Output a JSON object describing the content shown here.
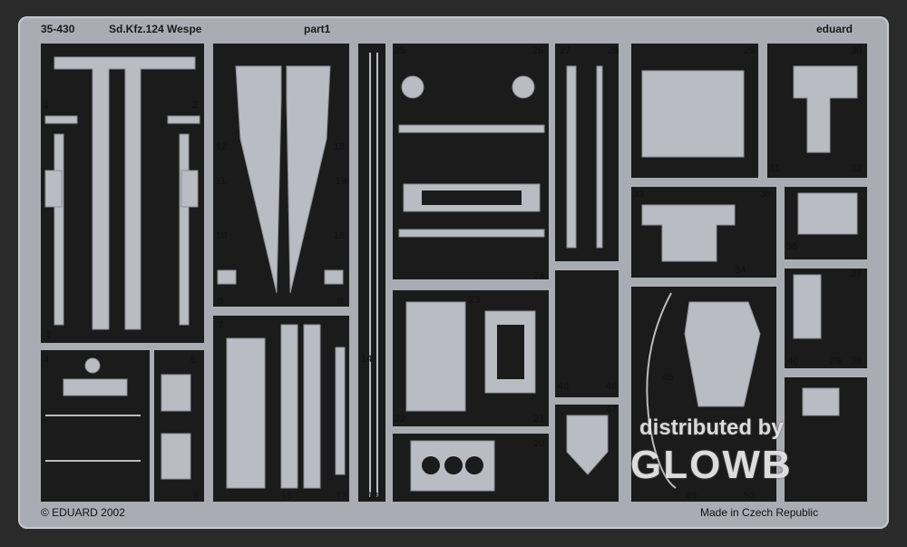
{
  "sheet": {
    "code": "35-430",
    "title": "Sd.Kfz.124 Wespe",
    "part": "part1",
    "brand": "eduard",
    "copyright": "© EDUARD 2002",
    "made_in": "Made in Czech Republic"
  },
  "watermark": {
    "distributed": "distributed by",
    "company": "GLOWB"
  },
  "part_numbers": [
    "1",
    "2",
    "3",
    "4",
    "5",
    "6",
    "7",
    "8",
    "9",
    "10",
    "11",
    "12",
    "13",
    "14",
    "15",
    "16",
    "17",
    "18",
    "19",
    "20",
    "21",
    "22",
    "23",
    "24",
    "25",
    "26",
    "27",
    "28",
    "29",
    "30",
    "31",
    "32",
    "33",
    "34",
    "35",
    "36",
    "37",
    "38",
    "39",
    "40",
    "45",
    "46",
    "47",
    "48",
    "49",
    "50"
  ],
  "colors": {
    "fret": "#a9acb3",
    "background": "#1b1b1b"
  }
}
